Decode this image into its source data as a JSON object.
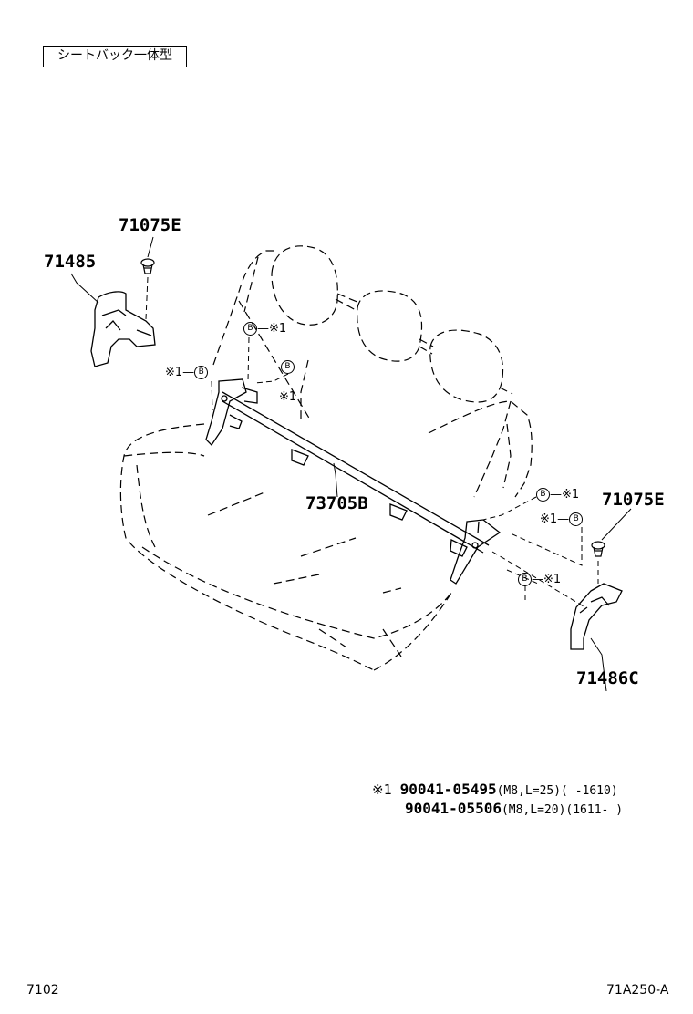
{
  "header": {
    "box_label": "シートバック一体型"
  },
  "parts": {
    "p71075E_top": "71075E",
    "p71485": "71485",
    "p73705B": "73705B",
    "p71075E_right": "71075E",
    "p71486C": "71486C"
  },
  "callouts": {
    "bolt_symbol": "B",
    "ref_mark": "※1",
    "dash": "—"
  },
  "notes": {
    "mark": "※1",
    "line1_part": "90041-05495",
    "line1_spec": "(M8,L=25)(    -1610)",
    "line2_part": "90041-05506",
    "line2_spec": "(M8,L=20)(1611-    )"
  },
  "footer": {
    "left_code": "7102",
    "right_code": "71A250-A"
  },
  "icons": [
    "clip-icon",
    "bolt-callout-icon"
  ]
}
